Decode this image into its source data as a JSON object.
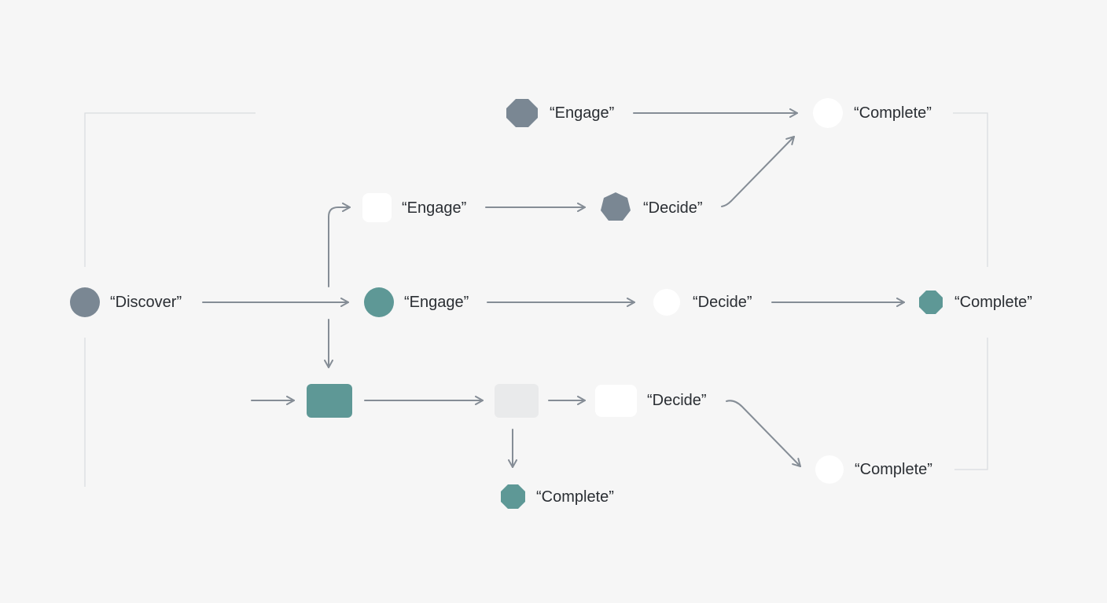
{
  "colors": {
    "background": "#f6f6f6",
    "gray_node": "#7a8793",
    "teal_node": "#5e9896",
    "white_node": "#ffffff",
    "light_node": "#e9eaeb",
    "edge": "#858d96",
    "frame": "#d9dcdf"
  },
  "nodes": [
    {
      "id": "discover",
      "label": "“Discover”",
      "shape": "circle",
      "color": "gray"
    },
    {
      "id": "engage_top",
      "label": "“Engage”",
      "shape": "octagon",
      "color": "gray"
    },
    {
      "id": "complete_top",
      "label": "“Complete”",
      "shape": "circle",
      "color": "white"
    },
    {
      "id": "engage_upper",
      "label": "“Engage”",
      "shape": "rounded-square",
      "color": "white"
    },
    {
      "id": "decide_upper",
      "label": "“Decide”",
      "shape": "heptagon",
      "color": "gray"
    },
    {
      "id": "engage_mid",
      "label": "“Engage”",
      "shape": "circle",
      "color": "teal"
    },
    {
      "id": "decide_mid",
      "label": "“Decide”",
      "shape": "circle",
      "color": "white"
    },
    {
      "id": "complete_mid",
      "label": "“Complete”",
      "shape": "octagon",
      "color": "teal"
    },
    {
      "id": "block_teal",
      "label": "",
      "shape": "rounded-rect",
      "color": "teal"
    },
    {
      "id": "block_light",
      "label": "",
      "shape": "rounded-rect",
      "color": "light"
    },
    {
      "id": "decide_low",
      "label": "“Decide”",
      "shape": "rounded-rect",
      "color": "white"
    },
    {
      "id": "complete_low_mid",
      "label": "“Complete”",
      "shape": "octagon",
      "color": "teal"
    },
    {
      "id": "complete_low_right",
      "label": "“Complete”",
      "shape": "circle",
      "color": "white"
    }
  ],
  "edges": [
    {
      "from": "engage_top",
      "to": "complete_top"
    },
    {
      "from": "engage_upper",
      "to": "decide_upper"
    },
    {
      "from": "decide_upper",
      "to": "complete_top"
    },
    {
      "from": "discover",
      "to": "engage_mid"
    },
    {
      "from": "discover",
      "to": "engage_upper"
    },
    {
      "from": "discover",
      "to": "block_teal"
    },
    {
      "from": "engage_mid",
      "to": "decide_mid"
    },
    {
      "from": "decide_mid",
      "to": "complete_mid"
    },
    {
      "from": "",
      "to": "block_teal"
    },
    {
      "from": "block_teal",
      "to": "block_light"
    },
    {
      "from": "block_light",
      "to": "decide_low"
    },
    {
      "from": "block_light",
      "to": "complete_low_mid"
    },
    {
      "from": "decide_low",
      "to": "complete_low_right"
    }
  ]
}
